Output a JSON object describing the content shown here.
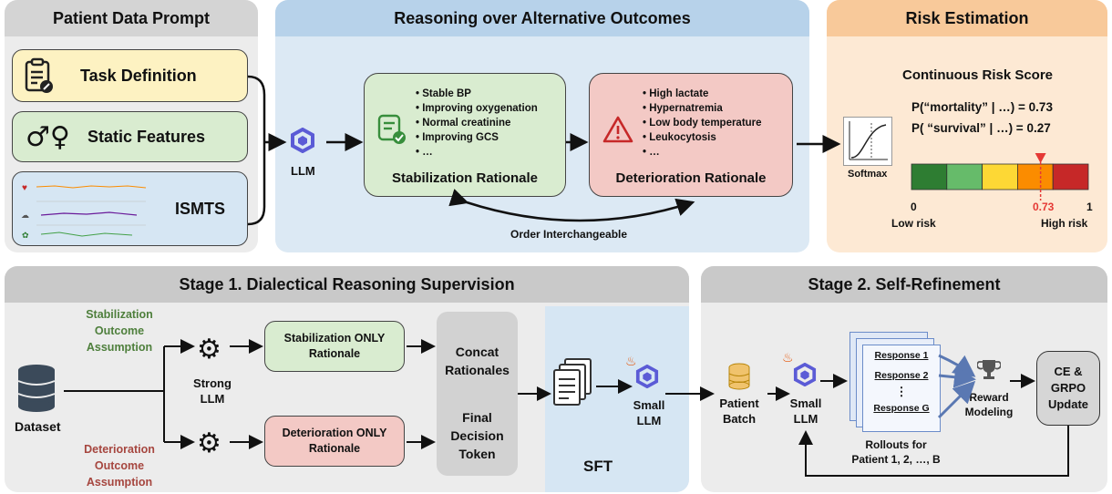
{
  "colors": {
    "green": "#d9ecd0",
    "red": "#f3c9c5",
    "yellow": "#fdf2c2",
    "blue": "#d6e6f3",
    "orange": "#f8c99a"
  },
  "panel1": {
    "title": "Patient Data Prompt",
    "items": [
      "Task Definition",
      "Static Features",
      "ISMTS"
    ],
    "gender_symbols": "♂♀"
  },
  "panel2": {
    "title": "Reasoning over Alternative Outcomes",
    "llm": "LLM",
    "stab": {
      "items": [
        "Stable BP",
        "Improving oxygenation",
        "Normal creatinine",
        "Improving GCS",
        "…"
      ],
      "title": "Stabilization Rationale"
    },
    "det": {
      "items": [
        "High lactate",
        "Hypernatremia",
        "Low body temperature",
        "Leukocytosis",
        "…"
      ],
      "title": "Deterioration Rationale"
    },
    "order": "Order Interchangeable"
  },
  "panel3": {
    "title": "Risk Estimation",
    "subtitle": "Continuous Risk Score",
    "p1": "P(“mortality” | …) = 0.73",
    "p2": "P( “survival” | …) = 0.27",
    "softmax": "Softmax",
    "scale_min": "0",
    "scale_max": "1",
    "marker": "0.73",
    "marker_value": 0.73,
    "low": "Low risk",
    "high": "High risk",
    "bar_colors": [
      "#2e7d32",
      "#66bb6a",
      "#fdd835",
      "#fb8c00",
      "#c62828"
    ]
  },
  "stage1": {
    "title": "Stage 1. Dialectical Reasoning Supervision",
    "stab_assume": [
      "Stabilization",
      "Outcome",
      "Assumption"
    ],
    "det_assume": [
      "Deterioration",
      "Outcome",
      "Assumption"
    ],
    "dataset": "Dataset",
    "strong": [
      "Strong",
      "LLM"
    ],
    "stab_only": [
      "Stabilization ONLY",
      "Rationale"
    ],
    "det_only": [
      "Deterioration ONLY",
      "Rationale"
    ],
    "concat": [
      "Concat",
      "Rationales"
    ],
    "final": [
      "Final",
      "Decision",
      "Token"
    ],
    "small": [
      "Small",
      "LLM"
    ],
    "sft": "SFT"
  },
  "stage2": {
    "title": "Stage 2. Self-Refinement",
    "batch": [
      "Patient",
      "Batch"
    ],
    "small": [
      "Small",
      "LLM"
    ],
    "responses": [
      "Response 1",
      "Response 2",
      "⋮",
      "Response G"
    ],
    "rollouts": [
      "Rollouts for",
      "Patient 1, 2, …, B"
    ],
    "reward": [
      "Reward",
      "Modeling"
    ],
    "update": [
      "CE &",
      "GRPO",
      "Update"
    ]
  }
}
